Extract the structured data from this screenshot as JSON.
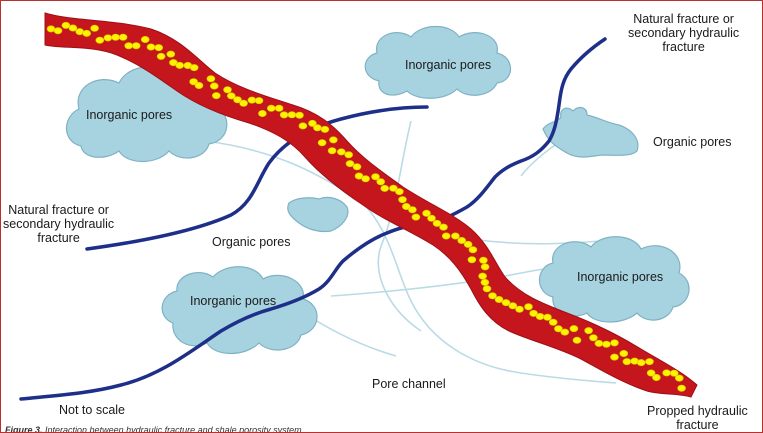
{
  "labels": {
    "natural_fracture_top_right": [
      "Natural fracture or",
      "secondary hydraulic",
      "fracture"
    ],
    "natural_fracture_left": [
      "Natural fracture or",
      "secondary hydraulic",
      "fracture"
    ],
    "inorganic_pores_top_left": "Inorganic pores",
    "inorganic_pores_top_center": "Inorganic pores",
    "inorganic_pores_right": "Inorganic pores",
    "inorganic_pores_bottom_left": "Inorganic pores",
    "organic_pores_right": "Organic pores",
    "organic_pores_center": "Organic pores",
    "pore_channel": "Pore channel",
    "not_to_scale": "Not to scale",
    "propped_fracture": [
      "Propped hydraulic",
      "fracture"
    ]
  },
  "caption": {
    "figure_number": "Figure 3.",
    "text": "Interaction between hydraulic fracture and shale porosity system."
  },
  "colors": {
    "propped_fracture_fill": "#c4161c",
    "proppant": "#fff200",
    "proppant_outline": "#d6c400",
    "natural_fracture": "#1e2f8a",
    "pore_cloud_fill": "#a7d3e0",
    "pore_cloud_stroke": "#7fb2c4",
    "pore_channel": "#b9dbe6",
    "frame": "#b8312f"
  }
}
